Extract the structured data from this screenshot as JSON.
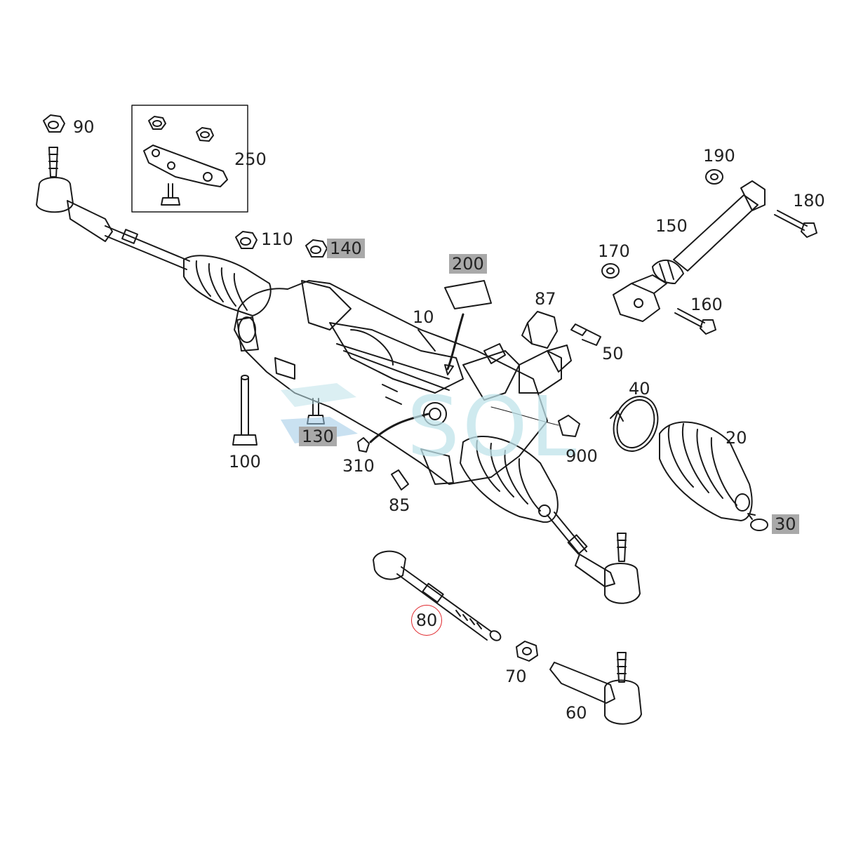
{
  "diagram": {
    "watermark": "SOL",
    "accent_color": "#e0262b",
    "highlight_color": "#a9a9a9",
    "callouts": {
      "c90": "90",
      "c250": "250",
      "c110": "110",
      "c140": "140",
      "c200": "200",
      "c10": "10",
      "c87": "87",
      "c50": "50",
      "c190": "190",
      "c180": "180",
      "c150": "150",
      "c170": "170",
      "c160": "160",
      "c40": "40",
      "c20": "20",
      "c30": "30",
      "c900": "900",
      "c100": "100",
      "c130": "130",
      "c310": "310",
      "c85": "85",
      "c80": "80",
      "c70": "70",
      "c60": "60"
    }
  }
}
